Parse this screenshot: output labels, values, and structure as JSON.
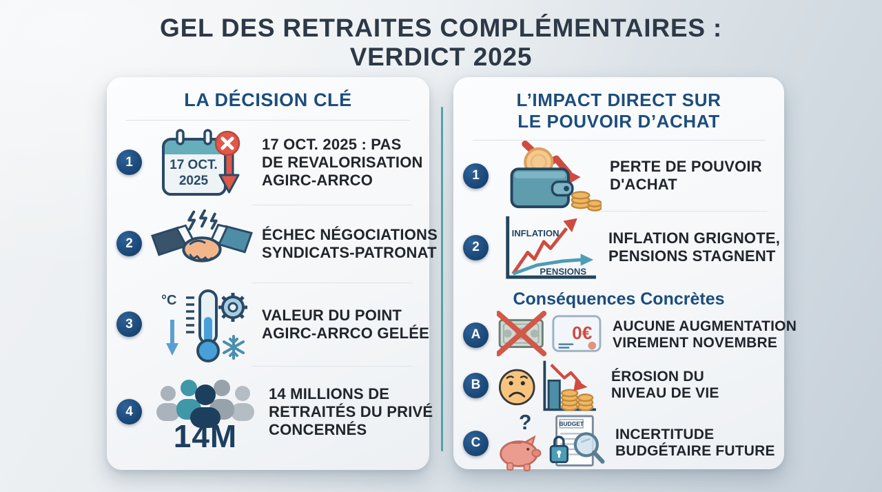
{
  "title": {
    "line1": "GEL DES RETRAITES COMPLÉMENTAIRES :",
    "line2": "VERDICT 2025"
  },
  "colors": {
    "title_text": "#2d3947",
    "header_blue": "#1c4d7d",
    "badge_navy": "#1d4b7c",
    "accent_red": "#d4584a",
    "accent_teal": "#55a8ae",
    "body_text": "#21262c"
  },
  "left_panel": {
    "header": "LA DÉCISION CLÉ",
    "items": [
      {
        "badge": "1",
        "icon": "calendar-cancelled",
        "calendar_line1": "17 OCT.",
        "calendar_line2": "2025",
        "text_lines": [
          "17 OCT. 2025 : PAS",
          "DE REVALORISATION",
          "AGIRC-ARRCO"
        ]
      },
      {
        "badge": "2",
        "icon": "handshake-conflict",
        "text_lines": [
          "ÉCHEC NÉGOCIATIONS",
          "SYNDICATS-PATRONAT"
        ]
      },
      {
        "badge": "3",
        "icon": "thermometer-frozen",
        "degree_label": "°C",
        "text_lines": [
          "VALEUR DU POINT",
          "AGIRC-ARRCO GELÉE"
        ]
      },
      {
        "badge": "4",
        "icon": "crowd-of-retirees",
        "count_label": "14M",
        "text_lines": [
          "14 MILLIONS DE",
          "RETRAITÉS DU PRIVÉ",
          "CONCERNÉS"
        ]
      }
    ]
  },
  "right_panel": {
    "header_line1": "L’IMPACT DIRECT SUR",
    "header_line2": "LE POUVOIR D’ACHAT",
    "items": [
      {
        "badge": "1",
        "icon": "wallet-declining",
        "text_lines": [
          "PERTE DE POUVOIR",
          "D'ACHAT"
        ]
      },
      {
        "badge": "2",
        "icon": "inflation-vs-pensions-chart",
        "chart_labels": {
          "rising": "INFLATION",
          "flat": "PENSIONS"
        },
        "text_lines": [
          "INFLATION GRIGNOTE,",
          "PENSIONS STAGNENT"
        ]
      }
    ],
    "subheader": "Conséquences Concrètes",
    "consequences": [
      {
        "badge": "A",
        "icon": "no-money-zero-euro",
        "card_amount": "0€",
        "text_lines": [
          "AUCUNE AUGMENTATION",
          "VIREMENT NOVEMBRE"
        ]
      },
      {
        "badge": "B",
        "icon": "sad-face-declining-savings",
        "text_lines": [
          "ÉROSION DU",
          "NIVEAU DE VIE"
        ]
      },
      {
        "badge": "C",
        "icon": "piggy-bank-budget-uncertainty",
        "question_mark": "?",
        "doc_label": "BUDGET",
        "text_lines": [
          "INCERTITUDE",
          "BUDGÉTAIRE FUTURE"
        ]
      }
    ]
  }
}
